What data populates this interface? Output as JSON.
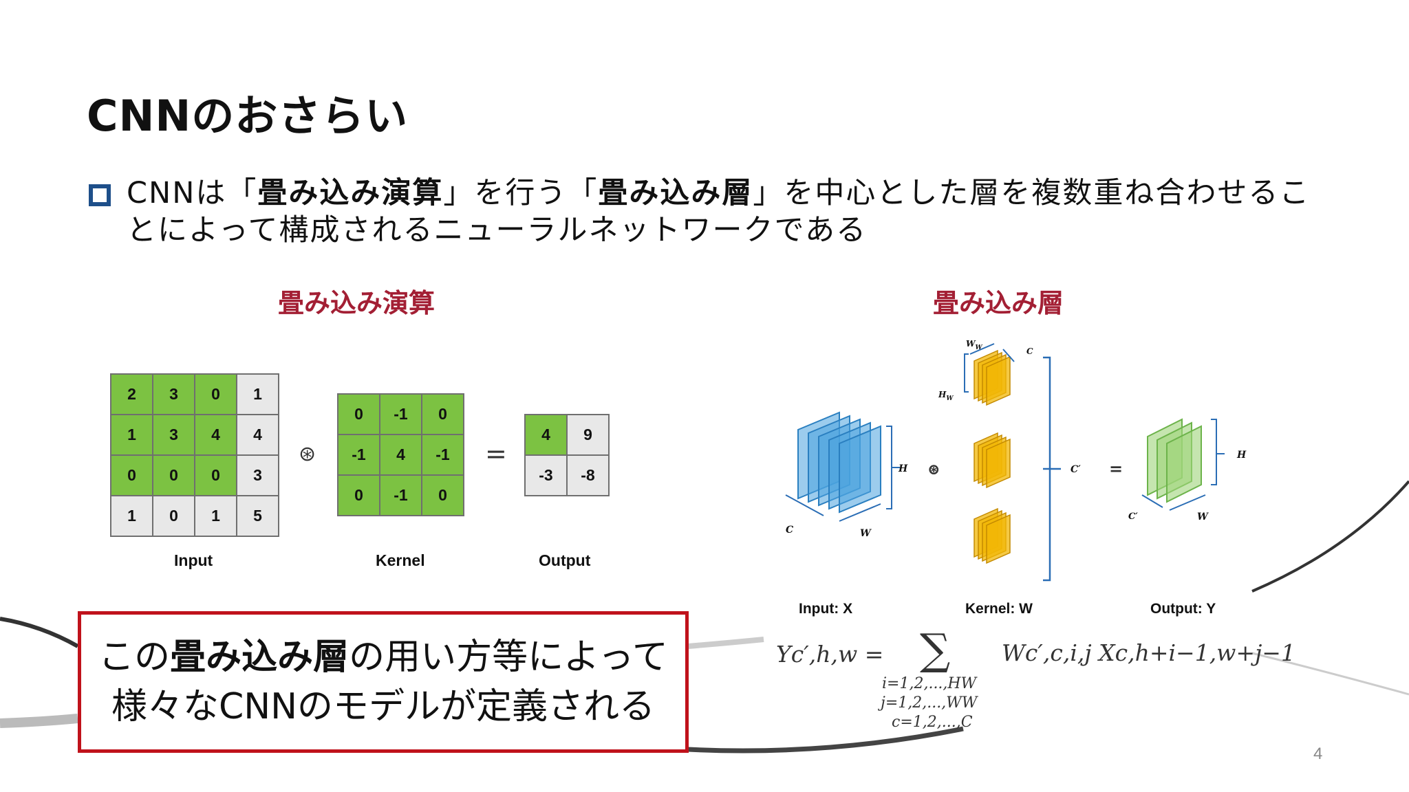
{
  "title": "CNNのおさらい",
  "bullet": {
    "line1_a": "CNNは「",
    "line1_b": "畳み込み演算",
    "line1_c": "」を行う「",
    "line1_d": "畳み込み層",
    "line1_e": "」を中心とした層を複数重ね合わせるこ",
    "line2": "とによって構成されるニューラルネットワークである"
  },
  "left_figure": {
    "title": "畳み込み演算",
    "input": [
      [
        "2",
        "3",
        "0",
        "1"
      ],
      [
        "1",
        "3",
        "4",
        "4"
      ],
      [
        "0",
        "0",
        "0",
        "3"
      ],
      [
        "1",
        "0",
        "1",
        "5"
      ]
    ],
    "kernel": [
      [
        "0",
        "-1",
        "0"
      ],
      [
        "-1",
        "4",
        "-1"
      ],
      [
        "0",
        "-1",
        "0"
      ]
    ],
    "output": [
      [
        "4",
        "9"
      ],
      [
        "-3",
        "-8"
      ]
    ],
    "conv_symbol": "⊛",
    "equals_symbol": "=",
    "input_label": "Input",
    "kernel_label": "Kernel",
    "output_label": "Output"
  },
  "right_figure": {
    "title": "畳み込み層",
    "input_label": "Input: X",
    "kernel_label": "Kernel: W",
    "output_label": "Output: Y",
    "conv_symbol": "⊛",
    "equals_symbol": "=",
    "dim_labels": {
      "ww": "W",
      "ww_sub": "W",
      "hw": "H",
      "hw_sub": "W",
      "c": "C",
      "h": "H",
      "w": "W",
      "c_prime": "C′"
    },
    "colors": {
      "input": "#4aa3df",
      "kernel": "#f2b705",
      "output": "#9fd37a"
    }
  },
  "formula": {
    "lhs": "Yc′,h,w =",
    "sum_symbol": "∑",
    "rhs": "Wc′,c,i,j Xc,h+i−1,w+j−1",
    "sub1": "i=1,2,...,HW",
    "sub2": "j=1,2,...,WW",
    "sub3": "c=1,2,...,C"
  },
  "callout": {
    "line1_a": "この",
    "line1_b": "畳み込み層",
    "line1_c": "の用い方等によって",
    "line2": "様々なCNNのモデルが定義される"
  },
  "page_number": "4"
}
